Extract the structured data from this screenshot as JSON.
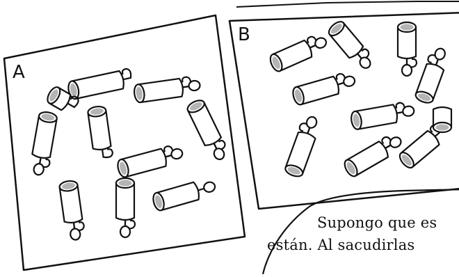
{
  "panels": {
    "a": {
      "label": "A",
      "tube_count": 10
    },
    "b": {
      "label": "B",
      "tube_count": 10
    }
  },
  "bubble": {
    "line1": "Supongo que es",
    "line2": "están. Al sacudirlas"
  },
  "colors": {
    "ink": "#111111",
    "paper": "#ffffff",
    "stipple": "#777777"
  }
}
